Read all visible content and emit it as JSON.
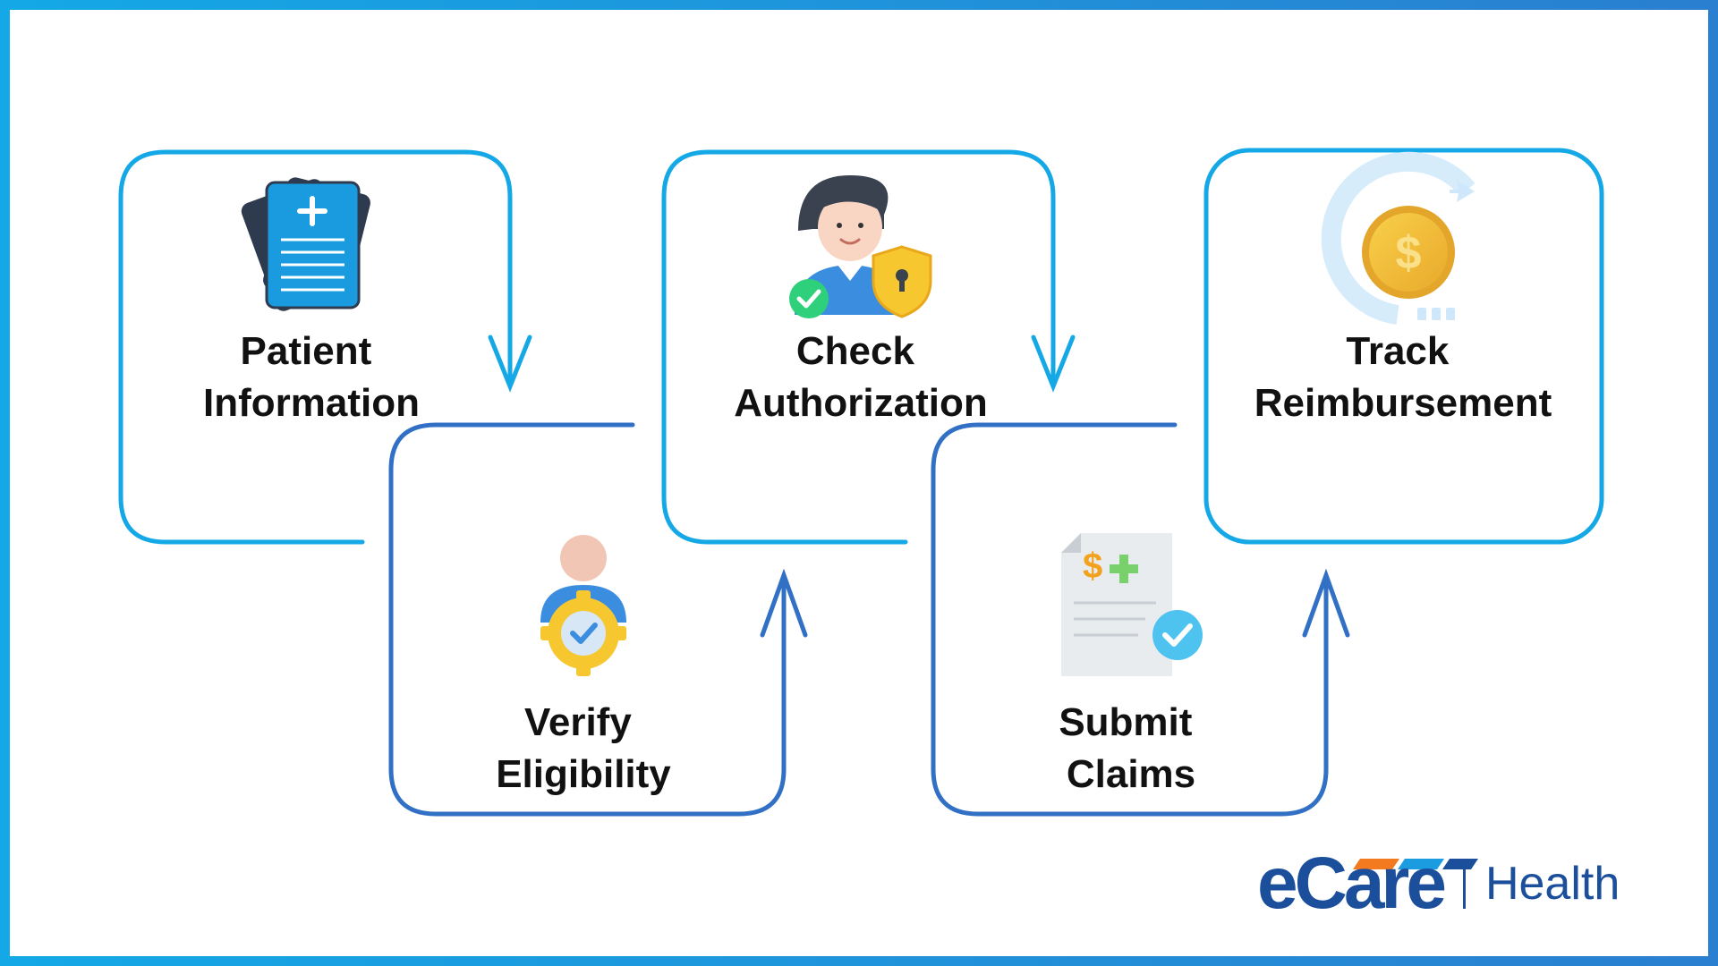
{
  "diagram": {
    "steps": [
      {
        "line1": "Patient",
        "line2": "Information",
        "icon": "medical-records-icon"
      },
      {
        "line1": "Verify",
        "line2": "Eligibility",
        "icon": "person-gear-check-icon"
      },
      {
        "line1": "Check",
        "line2": "Authorization",
        "icon": "doctor-shield-icon"
      },
      {
        "line1": "Submit",
        "line2": "Claims",
        "icon": "claim-document-icon"
      },
      {
        "line1": "Track",
        "line2": "Reimbursement",
        "icon": "dollar-coin-icon"
      }
    ],
    "colors": {
      "border_light": "#14a8e6",
      "border_dark": "#3170c4",
      "text": "#111111"
    }
  },
  "logo": {
    "brand": "eCare",
    "product": "Health",
    "color": "#1b4f9c",
    "accent": "#f47a1f"
  }
}
